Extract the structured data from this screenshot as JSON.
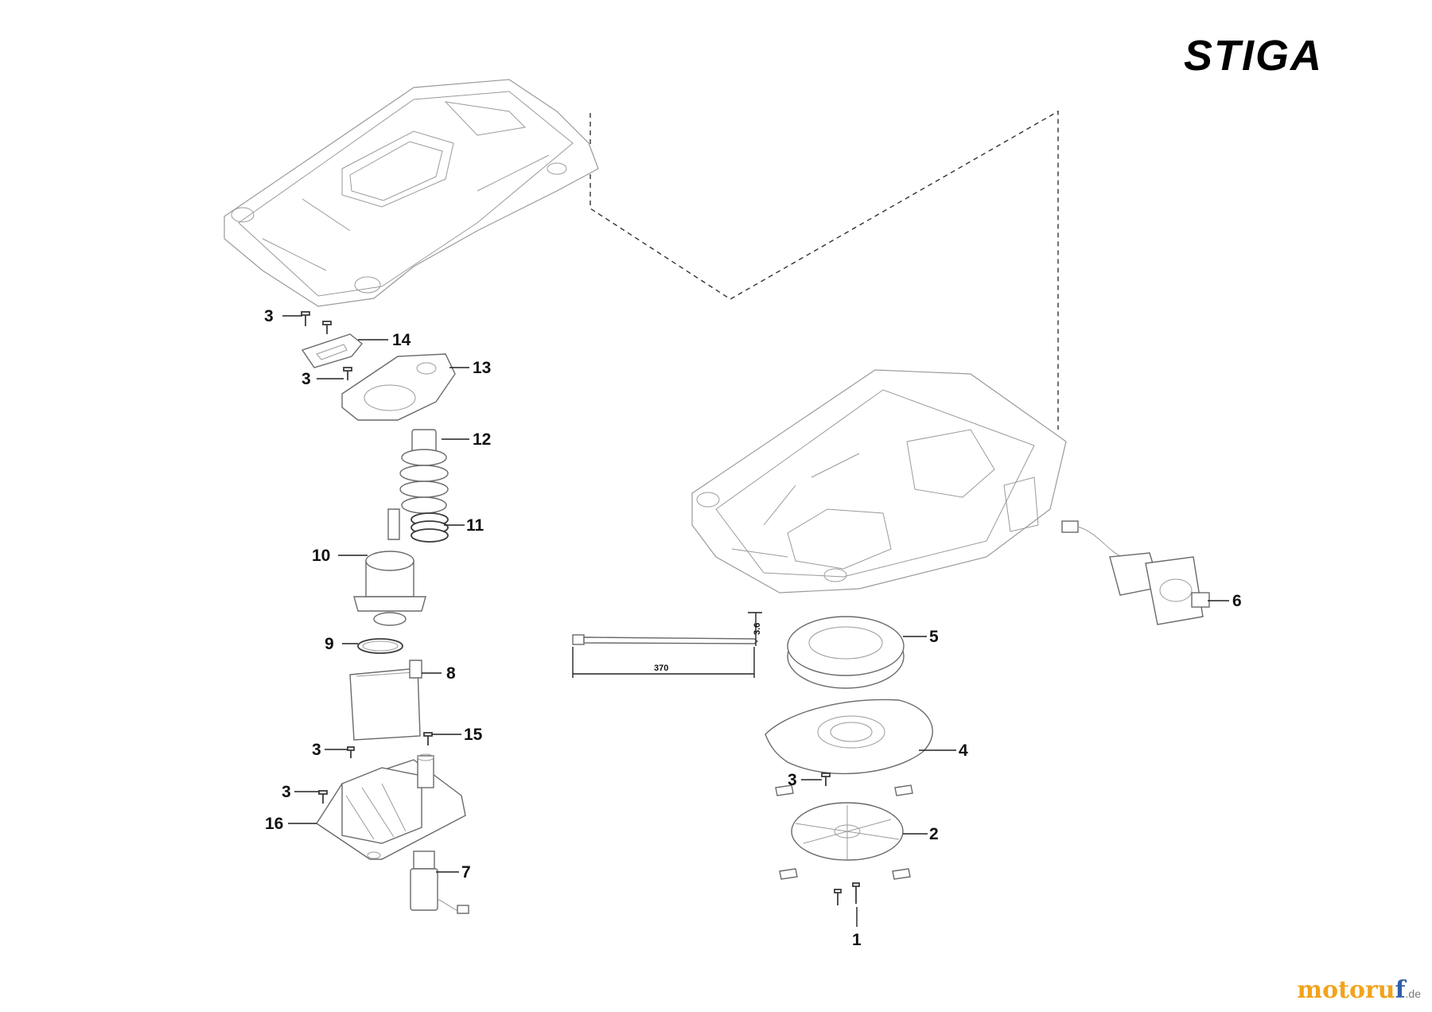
{
  "brand": {
    "logo_text": "STIGA"
  },
  "watermark": {
    "main": "motoru",
    "accent": "f",
    "suffix": ".de"
  },
  "cable_tie": {
    "width_label": "3.6",
    "length_label": "370"
  },
  "callouts": {
    "c1": "1",
    "c2": "2",
    "c3": "3",
    "c4": "4",
    "c5": "5",
    "c6": "6",
    "c7": "7",
    "c8": "8",
    "c9": "9",
    "c10": "10",
    "c11": "11",
    "c12": "12",
    "c13": "13",
    "c14": "14",
    "c15": "15",
    "c16": "16"
  },
  "colors": {
    "line": "#6a6a6a",
    "text": "#111111",
    "watermark_orange": "#f2a31c",
    "watermark_blue": "#2f5fa6"
  }
}
